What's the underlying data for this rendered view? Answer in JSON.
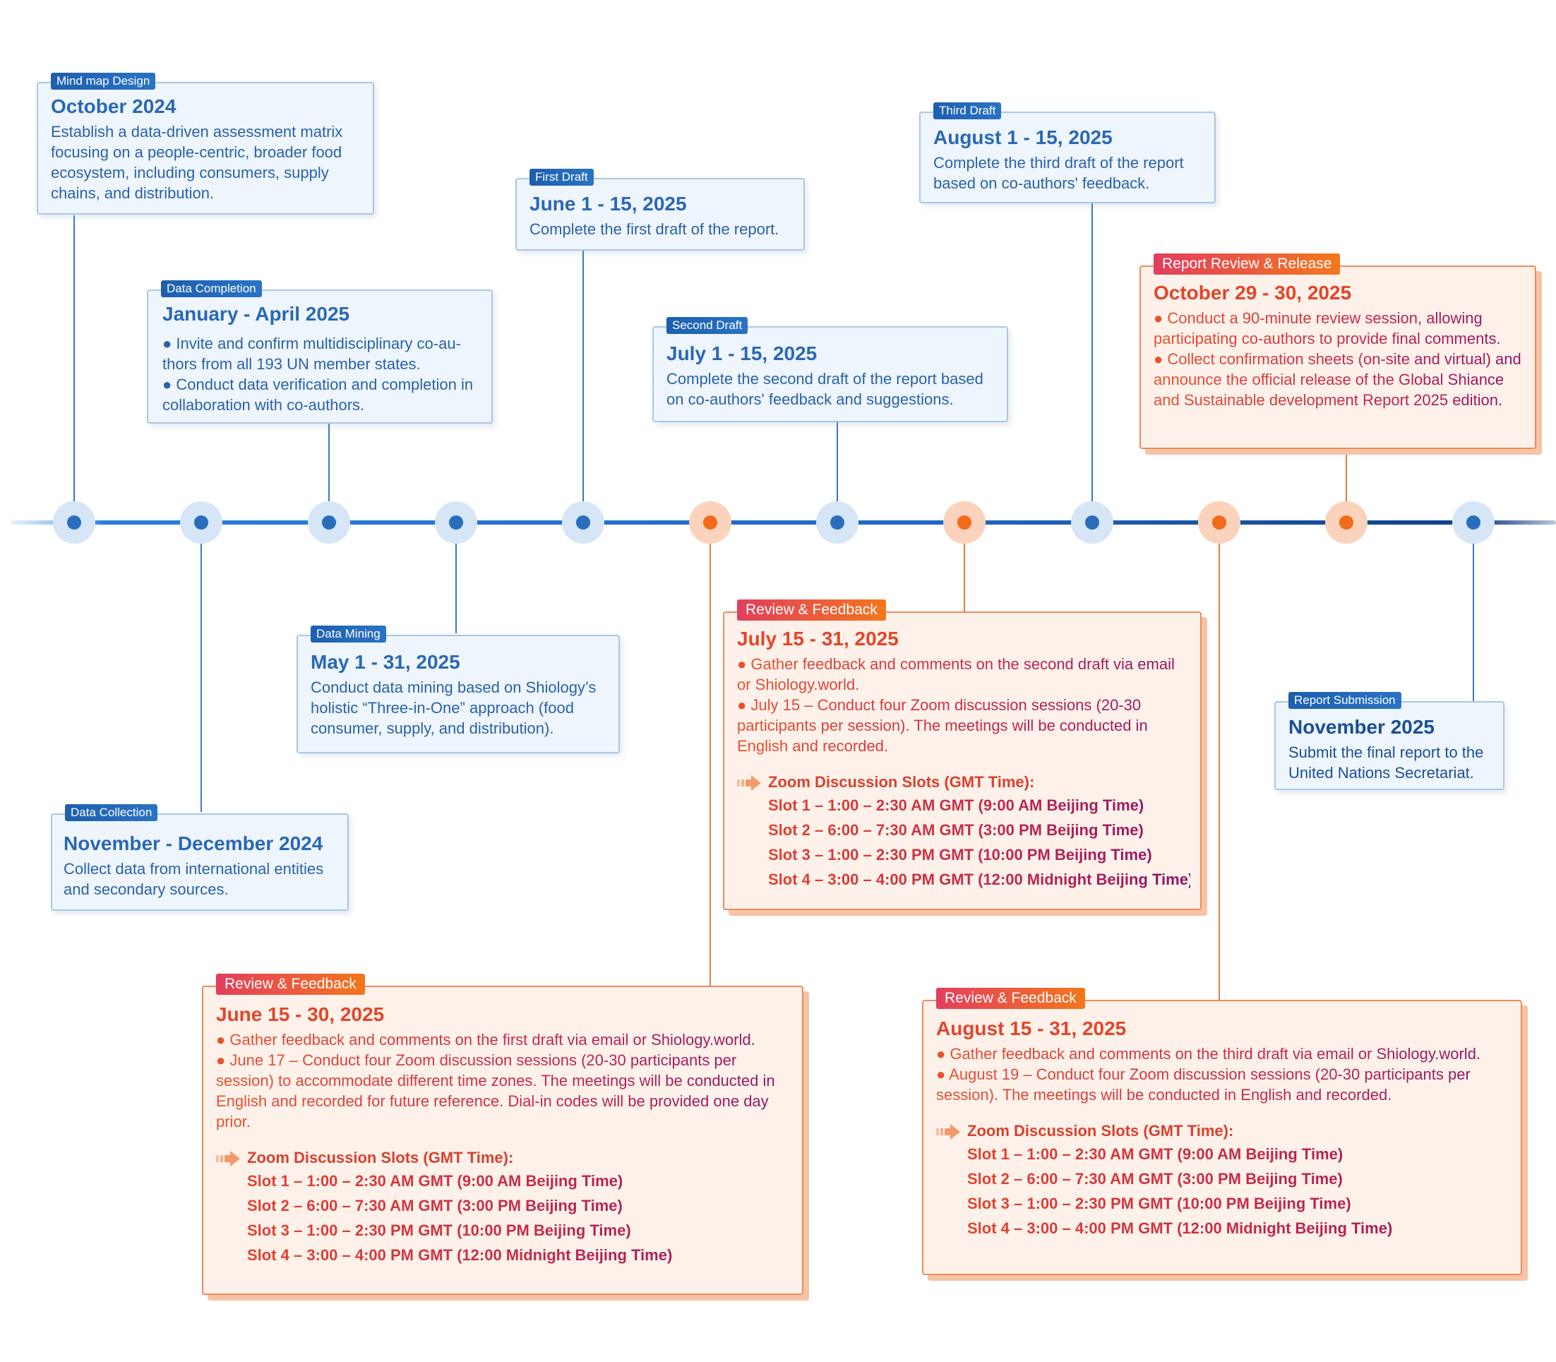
{
  "colors": {
    "axis_blue": "#2a7fd9",
    "axis_navy": "#123f86",
    "node_blue": "#2a6dbd",
    "node_blue_halo": "#d6e6f7",
    "node_orange": "#f26a1b",
    "node_orange_halo": "#fbd2bb",
    "blue_card_bg": "#eef5fc",
    "orange_card_bg": "#fdf1ea",
    "orange_border": "#ec8c5a"
  },
  "cards": {
    "mindmap": {
      "tag": "Mind map Design",
      "title": "October 2024",
      "lines": [
        "Establish a data-driven assessment matrix focusing on a people-centric, broader food ecosystem, including consumers, supply chains, and distribution."
      ]
    },
    "data_collection": {
      "tag": "Data Collection",
      "title": "November - December 2024",
      "lines": [
        "Collect data from international entities and secondary sources."
      ]
    },
    "data_completion": {
      "tag": "Data Completion",
      "title": "January - April 2025",
      "lines": [
        "● Invite and confirm multidisciplinary co-au-thors from all 193 UN member states.",
        "● Conduct data verification and completion in collaboration with co-authors."
      ]
    },
    "data_mining": {
      "tag": "Data Mining",
      "title": "May 1 - 31, 2025",
      "lines": [
        "Conduct data mining based on Shiology’s holistic “Three-in-One” approach (food consumer, supply, and distribution)."
      ]
    },
    "first_draft": {
      "tag": "First Draft",
      "title": "June 1 - 15, 2025",
      "lines": [
        "Complete the first draft of the report."
      ]
    },
    "review_june": {
      "tag": "Review & Feedback",
      "title": "June 15 - 30, 2025",
      "lines": [
        "● Gather feedback and comments on the first draft via email or Shiology.world.",
        "● June 17 – Conduct four Zoom discussion sessions (20-30 participants per session) to accommodate different time zones. The meetings will be conducted in English and recorded for future reference. Dial-in codes will be provided one day prior."
      ],
      "slots_header": "Zoom Discussion Slots (GMT Time):",
      "slots": [
        "Slot 1 – 1:00 – 2:30 AM GMT (9:00 AM Beijing Time)",
        "Slot 2 – 6:00 – 7:30 AM GMT (3:00 PM Beijing Time)",
        "Slot 3 – 1:00 – 2:30 PM GMT (10:00 PM Beijing Time)",
        "Slot 4 – 3:00 – 4:00 PM GMT (12:00 Midnight Beijing Time)"
      ]
    },
    "second_draft": {
      "tag": "Second Draft",
      "title": "July 1 - 15, 2025",
      "lines": [
        "Complete the second draft of the report based on co-authors' feedback and suggestions."
      ]
    },
    "review_july": {
      "tag": "Review & Feedback",
      "title": "July 15 - 31, 2025",
      "lines": [
        "● Gather feedback and comments on the second draft via email or Shiology.world.",
        "● July 15 – Conduct four Zoom discussion sessions (20-30 participants per session). The meetings will be conducted in English and recorded."
      ],
      "slots_header": "Zoom Discussion Slots (GMT Time):",
      "slots": [
        "Slot 1 – 1:00 – 2:30 AM GMT (9:00 AM Beijing Time)",
        "Slot 2 – 6:00 – 7:30 AM GMT (3:00 PM Beijing Time)",
        "Slot 3 – 1:00 – 2:30 PM GMT (10:00 PM Beijing Time)",
        "Slot 4 – 3:00 – 4:00 PM GMT (12:00 Midnight Beijing Time)"
      ]
    },
    "third_draft": {
      "tag": "Third Draft",
      "title": "August 1 - 15, 2025",
      "lines": [
        "Complete the third draft of the report based on co-authors' feedback."
      ]
    },
    "review_august": {
      "tag": "Review & Feedback",
      "title": "August 15 - 31, 2025",
      "lines": [
        "● Gather feedback and comments on the third draft via email or Shiology.world.",
        "● August 19 – Conduct four Zoom discussion sessions (20-30 participants per session). The meetings will be conducted in English and recorded."
      ],
      "slots_header": "Zoom Discussion Slots (GMT Time):",
      "slots": [
        "Slot 1 – 1:00 – 2:30 AM GMT (9:00 AM Beijing Time)",
        "Slot 2 – 6:00 – 7:30 AM GMT (3:00 PM Beijing Time)",
        "Slot 3 – 1:00 – 2:30 PM GMT (10:00 PM Beijing Time)",
        "Slot 4 – 3:00 – 4:00 PM GMT (12:00 Midnight Beijing Time)"
      ]
    },
    "report_release": {
      "tag": "Report Review & Release",
      "title": "October 29 - 30, 2025",
      "lines": [
        "● Conduct a 90-minute review session, allowing participating co-authors to provide final comments.",
        "● Collect confirmation sheets (on-site and virtual) and announce the official release of the Global Shiance and Sustainable development Report 2025 edition."
      ]
    },
    "report_submission": {
      "tag": "Report Submission",
      "title": "November 2025",
      "lines": [
        "Submit the final report to the United Nations Secretariat."
      ]
    }
  }
}
